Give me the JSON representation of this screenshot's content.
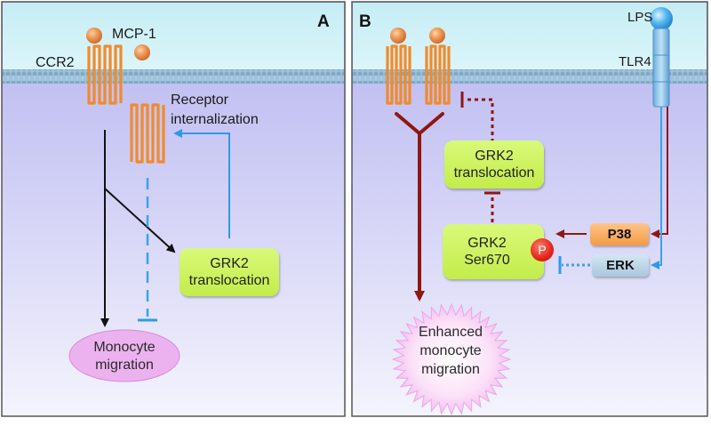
{
  "panel_a": {
    "letter": "A",
    "ligand_label": "MCP-1",
    "receptor_label": "CCR2",
    "internalization_label_line1": "Receptor",
    "internalization_label_line2": "internalization",
    "grk2_box_line1": "GRK2",
    "grk2_box_line2": "translocation",
    "outcome_line1": "Monocyte",
    "outcome_line2": "migration"
  },
  "panel_b": {
    "letter": "B",
    "lps_label": "LPS",
    "tlr4_label": "TLR4",
    "grk2_translocation_line1": "GRK2",
    "grk2_translocation_line2": "translocation",
    "grk2_ser_line1": "GRK2",
    "grk2_ser_line2": "Ser670",
    "phospho_label": "P",
    "p38_label": "P38",
    "erk_label": "ERK",
    "outcome_line1": "Enhanced",
    "outcome_line2": "monocyte",
    "outcome_line3": "migration"
  },
  "colors": {
    "receptor": "#f39a3c",
    "ligand": "#e8874a",
    "grk2_box": "#c9f050",
    "red_arrow": "#9b1a14",
    "blue_arrow": "#3aa3e6",
    "p38_box": "#f7a25a",
    "erk_box": "#b7d3e6",
    "membrane": "#8fb7d4"
  }
}
